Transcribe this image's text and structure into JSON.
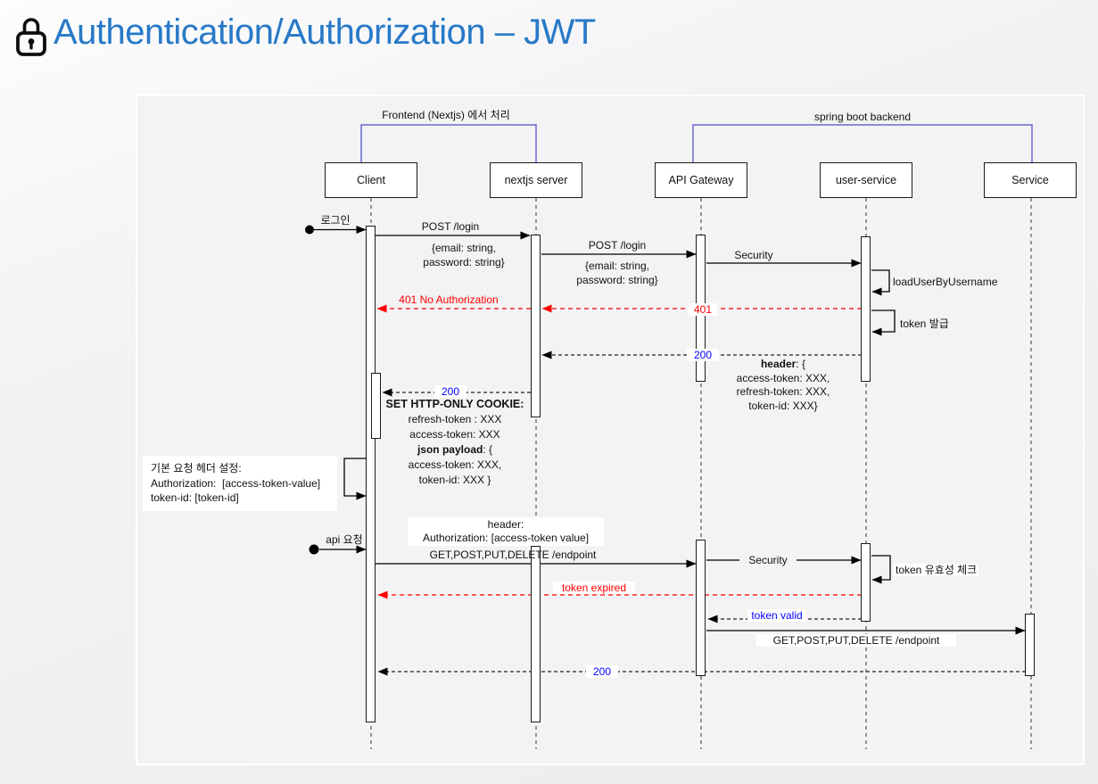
{
  "header": {
    "title": "Authentication/Authorization – JWT"
  },
  "groups": [
    {
      "label": "Frontend (Nextjs) 에서 처리"
    },
    {
      "label": "spring boot backend"
    }
  ],
  "actors": [
    {
      "label": "Client"
    },
    {
      "label": "nextjs server"
    },
    {
      "label": "API Gateway"
    },
    {
      "label": "user-service"
    },
    {
      "label": "Service"
    }
  ],
  "flow": {
    "login_trigger": "로그인",
    "post_login": "POST /login",
    "login_body_l1": "{email: string,",
    "login_body_l2": "password: string}",
    "post_login2": "POST /login",
    "login_body2_l1": "{email: string,",
    "login_body2_l2": "password: string}",
    "security1": "Security",
    "load_user": "loadUserByUsername",
    "no_auth_401": "401 No Authorization",
    "code_401": "401",
    "token_issue": "token 발급",
    "code_200_gateway": "200",
    "resp_header": {
      "bold": "header",
      "rest": ": {",
      "l2": "access-token: XXX,",
      "l3": "refresh-token: XXX,",
      "l4": "token-id: XXX}"
    },
    "code_200_client": "200",
    "cookie": {
      "title": "SET HTTP-ONLY COOKIE:",
      "l1": "refresh-token : XXX",
      "l2": "access-token: XXX",
      "l3_bold": "json payload",
      "l3_rest": ": {",
      "l4": "access-token: XXX,",
      "l5": "token-id: XXX }"
    },
    "default_header_note": {
      "l1": "기본 요청 헤더 설정:",
      "l2": "Authorization:  [access-token-value]",
      "l3": "token-id: [token-id]"
    },
    "api_trigger": "api 요청",
    "request_header_note": {
      "l1": "header:",
      "l2": "Authorization: [access-token value]"
    },
    "endpoint_call": "GET,POST,PUT,DELETE /endpoint",
    "security2": "Security",
    "token_check": "token 유효성 체크",
    "token_expired": "token expired",
    "token_valid": "token valid",
    "endpoint_call2": "GET,POST,PUT,DELETE /endpoint",
    "code_200_final": "200"
  },
  "colors": {
    "error": "#FF0000",
    "status_ok": "#0000FF",
    "bracket": "#6B6BD0",
    "title": "#2779C7"
  }
}
